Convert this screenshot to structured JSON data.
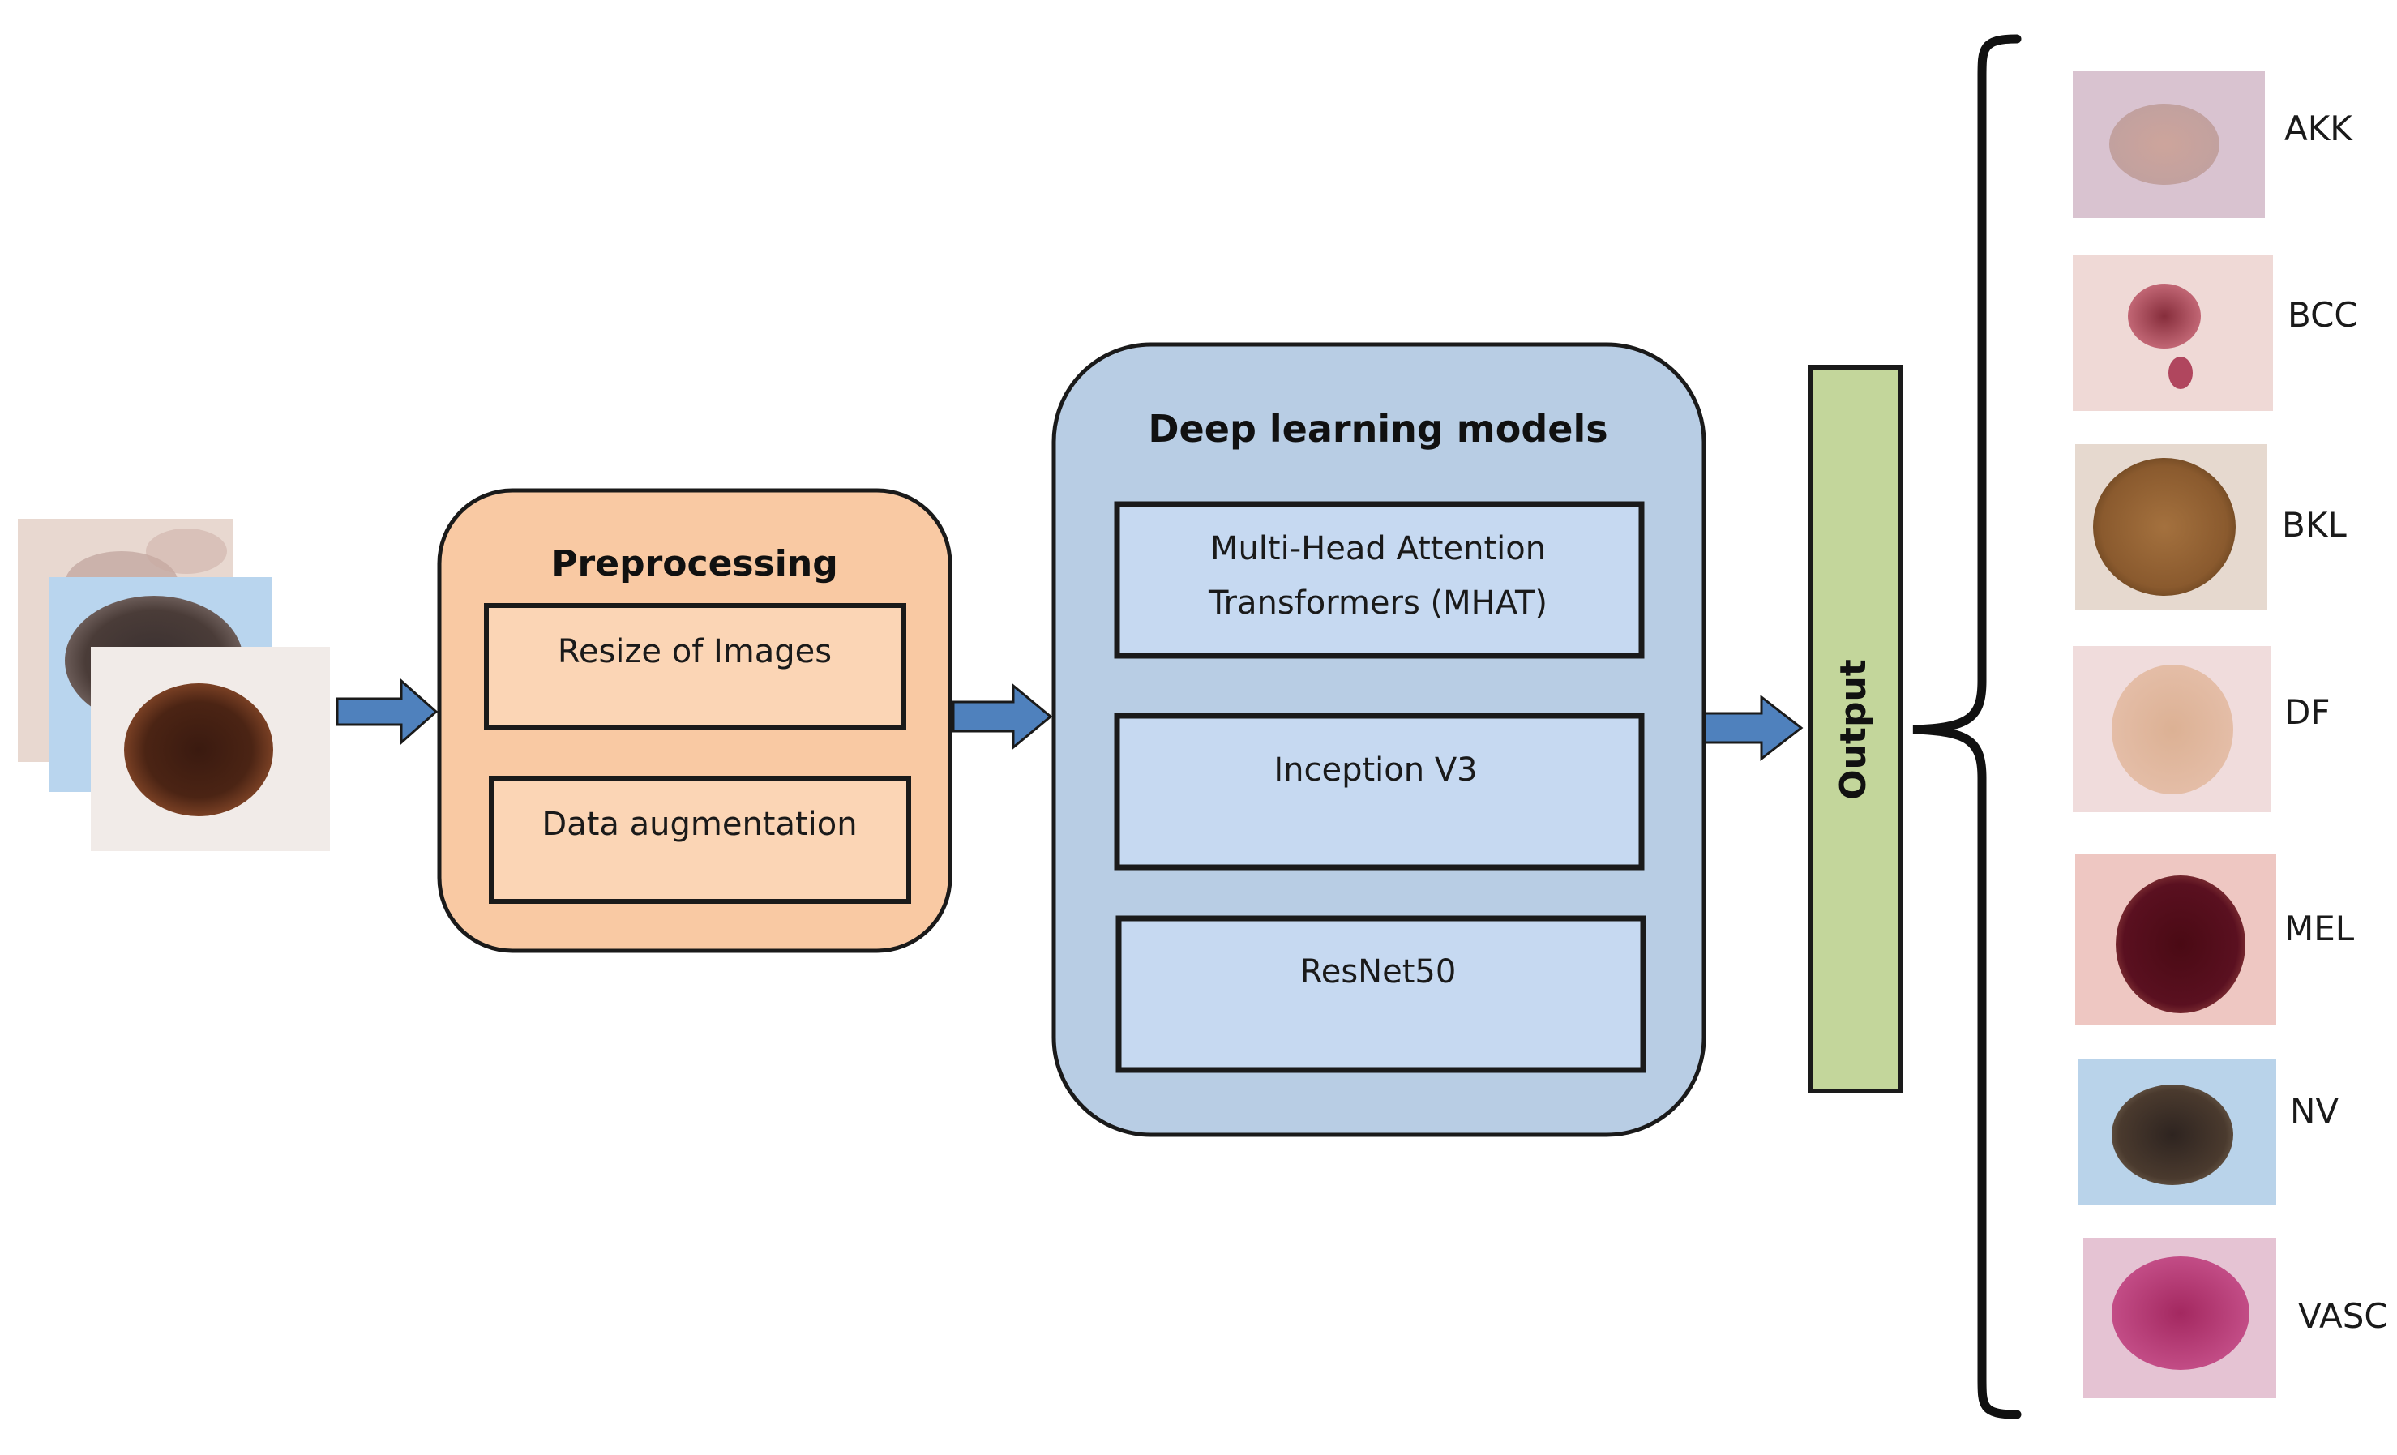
{
  "input": {
    "images": [
      "input-lesion-back",
      "input-lesion-middle",
      "input-lesion-front"
    ]
  },
  "preprocessing": {
    "title": "Preprocessing",
    "steps": [
      "Resize of Images",
      "Data augmentation"
    ]
  },
  "models": {
    "title": "Deep learning models",
    "items": [
      {
        "line1": "Multi-Head Attention",
        "line2": "Transformers (MHAT)"
      },
      {
        "line1": "Inception V3"
      },
      {
        "line1": "ResNet50"
      }
    ]
  },
  "output": {
    "label": "Output"
  },
  "classes": [
    {
      "label": "AKK"
    },
    {
      "label": "BCC"
    },
    {
      "label": "BKL"
    },
    {
      "label": "DF"
    },
    {
      "label": "MEL"
    },
    {
      "label": "NV"
    },
    {
      "label": "VASC"
    }
  ],
  "colors": {
    "preprocessing_fill": "#f9c9a3",
    "preprocessing_step_fill": "#fbd5b5",
    "models_fill": "#b8cde4",
    "models_item_fill": "#c6d9f1",
    "output_fill": "#c3d69b",
    "arrow_fill": "#4f81bd",
    "outline": "#1a1a1a"
  }
}
